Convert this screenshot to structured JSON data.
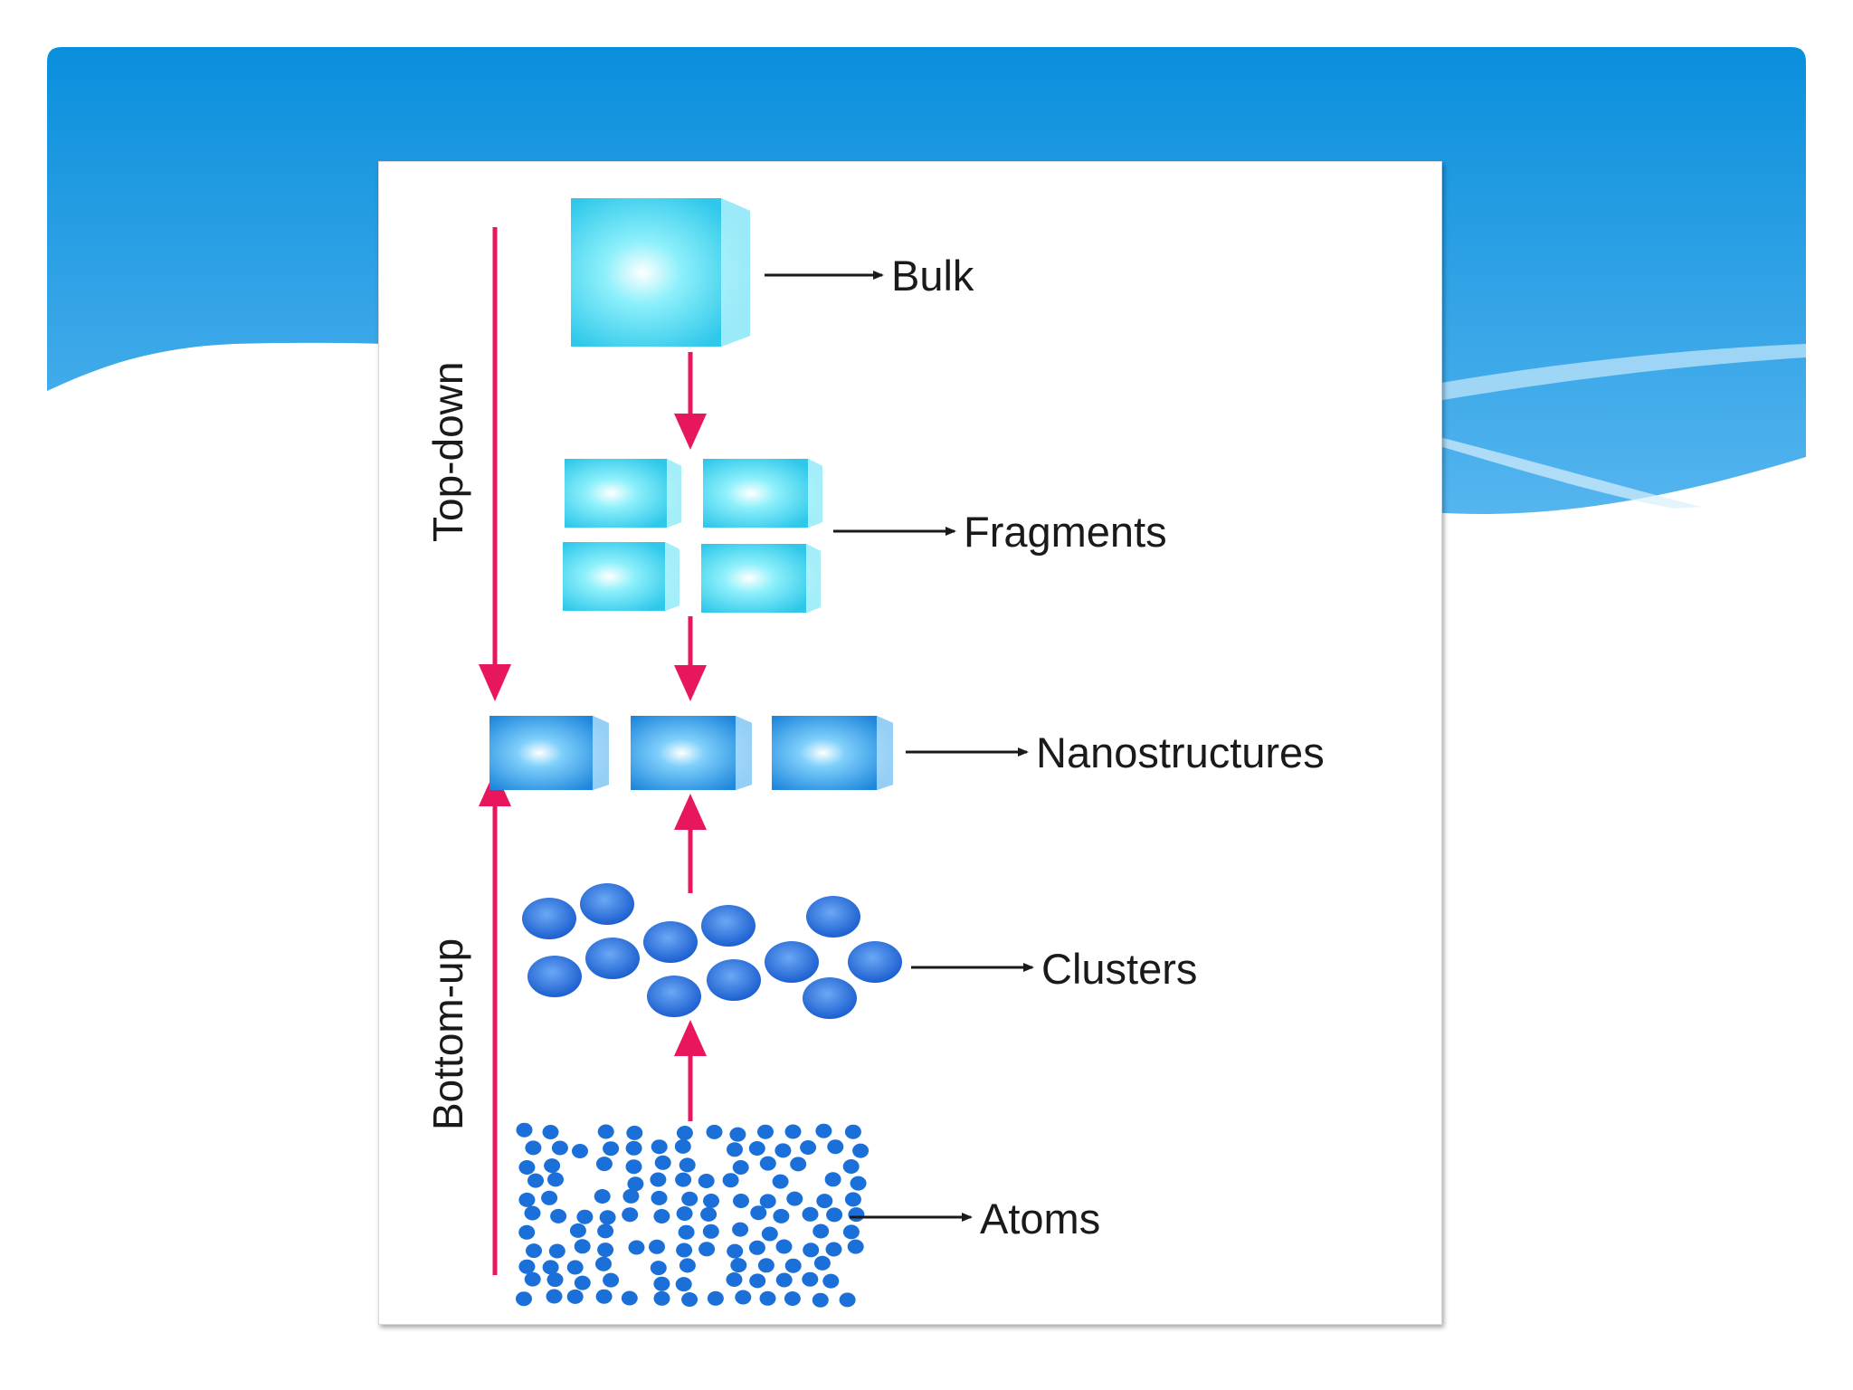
{
  "slide": {
    "colors": {
      "banner_top": "#0a93de",
      "banner_bottom": "#5ab8f0",
      "wave_light": "#9dd4f6",
      "arrow_pink": "#e8175d",
      "cube_light": "#6fe3f5",
      "cube_dark": "#1f8fe0",
      "particle_blue": "#1a6fd8"
    }
  },
  "diagram": {
    "side_labels": {
      "top_down": "Top-down",
      "bottom_up": "Bottom-up"
    },
    "levels": [
      {
        "id": "bulk",
        "label": "Bulk"
      },
      {
        "id": "fragments",
        "label": "Fragments"
      },
      {
        "id": "nanostructures",
        "label": "Nanostructures"
      },
      {
        "id": "clusters",
        "label": "Clusters"
      },
      {
        "id": "atoms",
        "label": "Atoms"
      }
    ]
  }
}
